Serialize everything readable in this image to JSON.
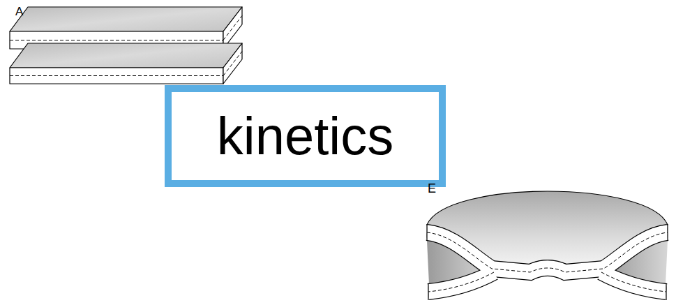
{
  "diagram": {
    "nodes": [
      {
        "text": [
          "kinetics"
        ]
      }
    ],
    "labels": [
      "A",
      "E"
    ]
  }
}
